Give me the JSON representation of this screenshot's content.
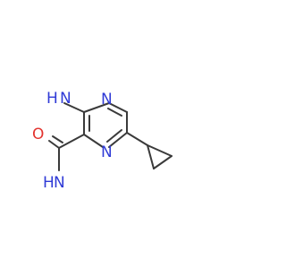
{
  "molecule": {
    "atoms": {
      "n_ring_top": {
        "text": "N",
        "color": "#2f3ad6"
      },
      "n_ring_bottom": {
        "text": "N",
        "color": "#2f3ad6"
      },
      "amine_n": {
        "text": "N",
        "color": "#2f3ad6"
      },
      "amine_h2": {
        "text": "H",
        "color": "#2f3ad6"
      },
      "amide_n": {
        "text": "N",
        "color": "#2f3ad6"
      },
      "amide_h2": {
        "text": "H",
        "color": "#2f3ad6"
      },
      "amide_o": {
        "text": "O",
        "color": "#e3342f"
      }
    },
    "bond_color": "#3a3a3a"
  }
}
